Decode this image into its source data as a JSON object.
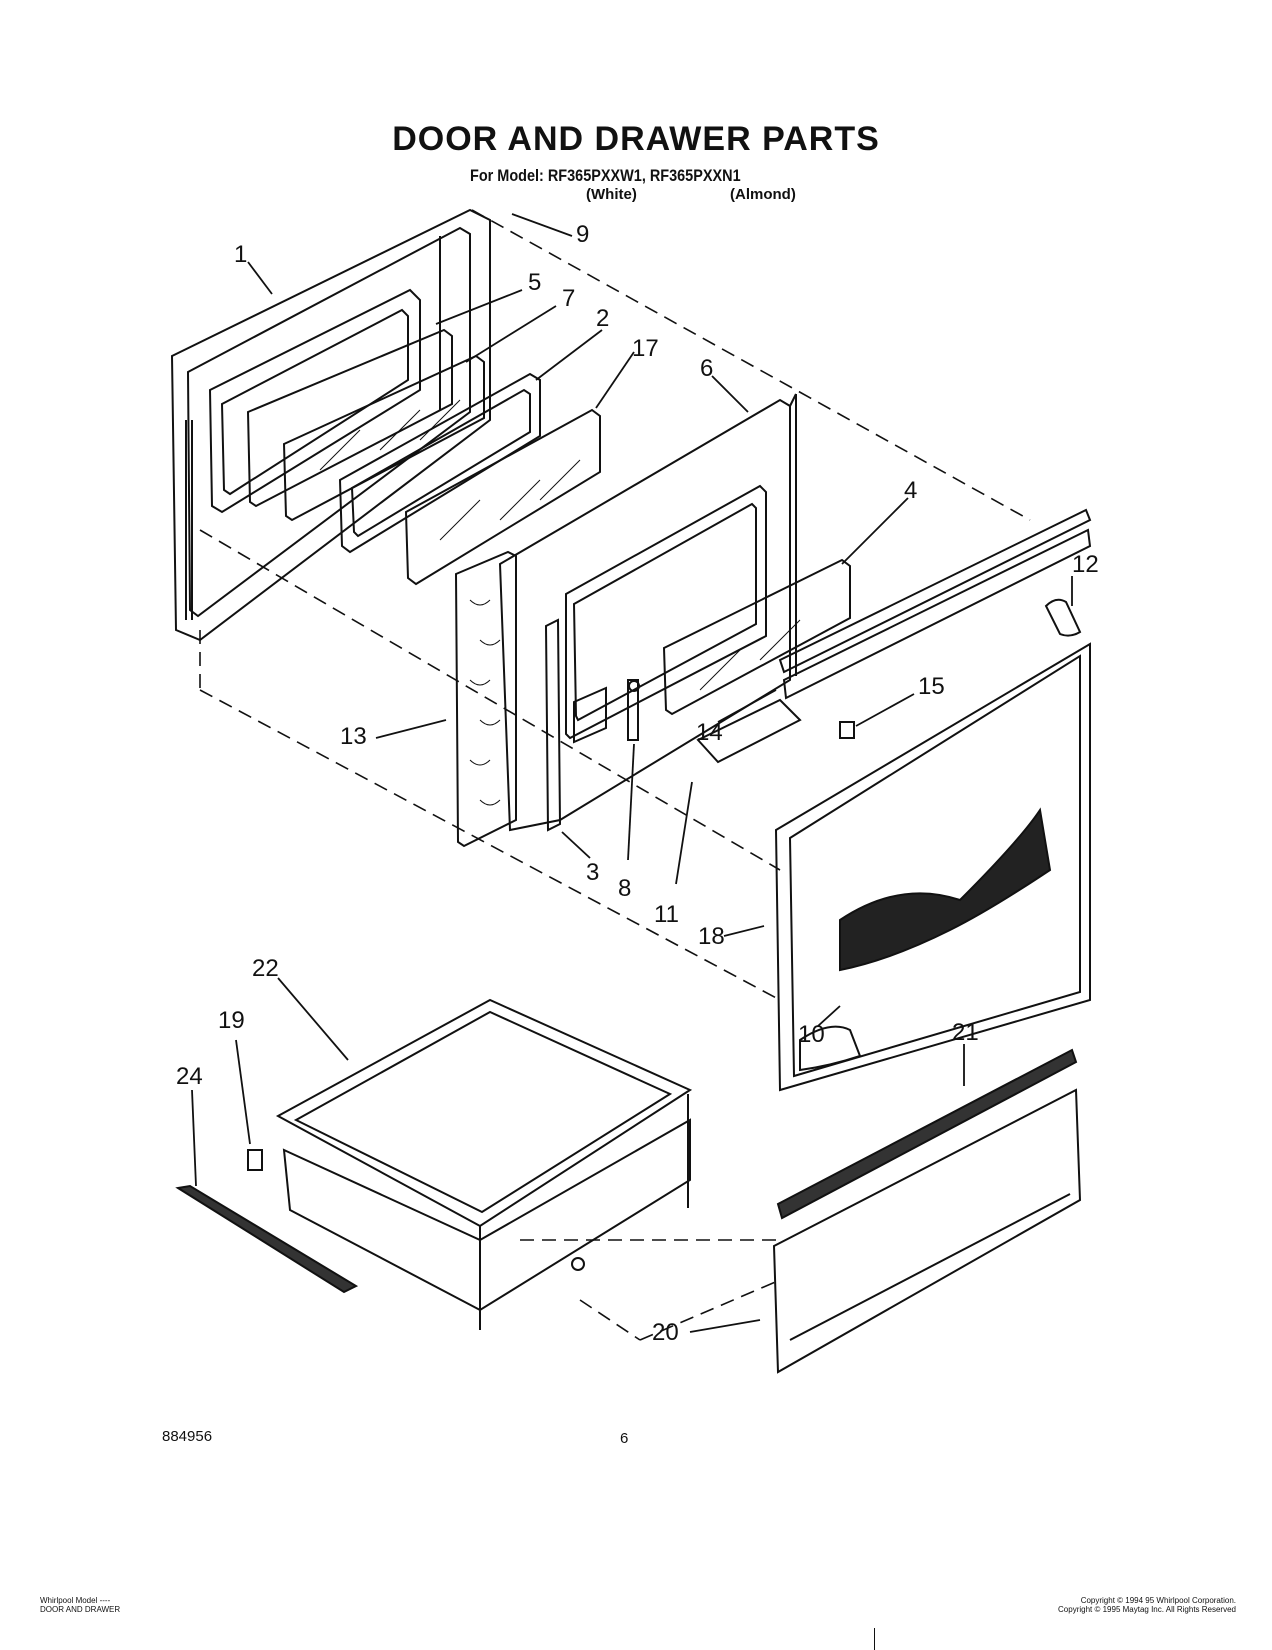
{
  "header": {
    "title": "DOOR AND DRAWER PARTS",
    "models_line": "For Model: RF365PXXW1, RF365PXXN1",
    "color_1": "(White)",
    "color_2": "(Almond)"
  },
  "callouts": [
    "1",
    "2",
    "3",
    "4",
    "5",
    "6",
    "7",
    "8",
    "9",
    "10",
    "11",
    "12",
    "13",
    "14",
    "15",
    "17",
    "18",
    "19",
    "20",
    "21",
    "22",
    "24"
  ],
  "footer": {
    "diagram_number": "884956",
    "page_number": "6",
    "left_line_1": "Whirlpool Model ----",
    "left_line_2": "DOOR AND DRAWER",
    "right_line_1": "Copyright © 1994 95 Whirlpool Corporation.",
    "right_line_2": "Copyright © 1995 Maytag Inc. All Rights Reserved"
  }
}
